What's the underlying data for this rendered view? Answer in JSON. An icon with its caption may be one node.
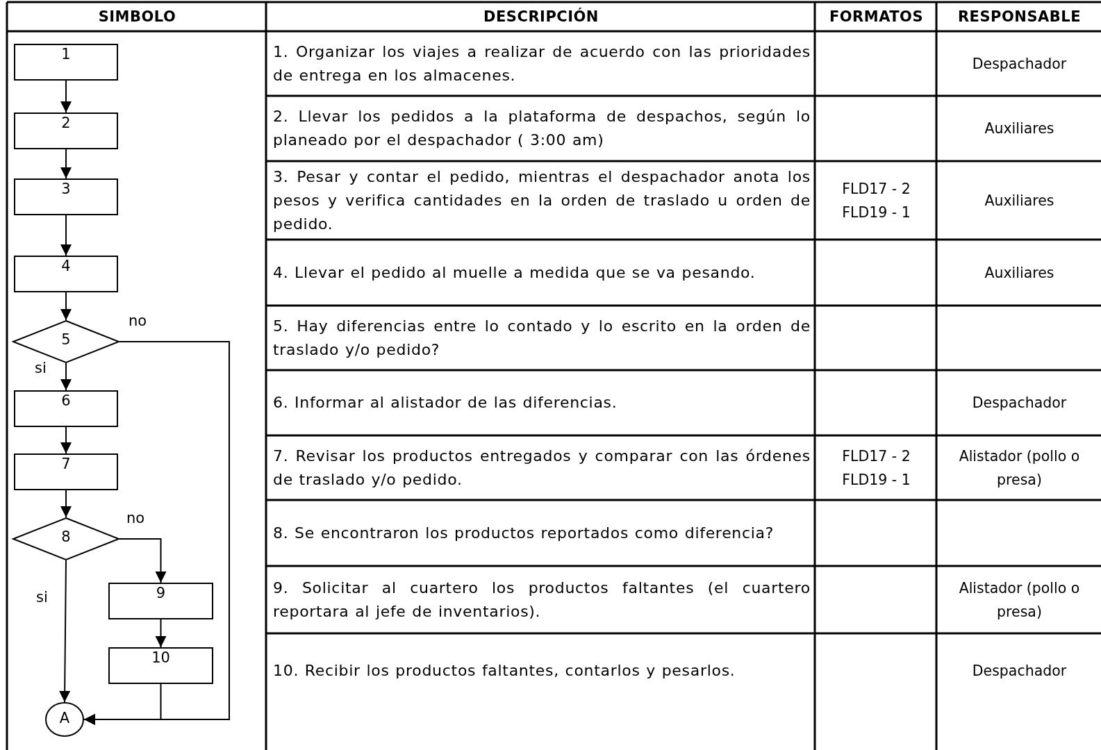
{
  "diagram": {
    "nodes": [
      {
        "text": [
          "1"
        ]
      },
      {
        "text": [
          "2"
        ]
      },
      {
        "text": [
          "3"
        ]
      },
      {
        "text": [
          "4"
        ]
      },
      {
        "text": [
          "5"
        ]
      },
      {
        "text": [
          "6"
        ]
      },
      {
        "text": [
          "7"
        ]
      },
      {
        "text": [
          "8"
        ]
      },
      {
        "text": [
          "9"
        ]
      },
      {
        "text": [
          "10"
        ]
      },
      {
        "text": [
          "A"
        ]
      }
    ],
    "edges": [
      {
        "from": 0,
        "to": 1,
        "arrow": "to"
      },
      {
        "from": 1,
        "to": 2,
        "arrow": "to"
      },
      {
        "from": 2,
        "to": 3,
        "arrow": "to"
      },
      {
        "from": 3,
        "to": 4,
        "arrow": "to"
      },
      {
        "from": 4,
        "to": 5,
        "arrow": "to",
        "label": "si"
      },
      {
        "from": 4,
        "to": 10,
        "arrow": "to",
        "label": "no"
      },
      {
        "from": 5,
        "to": 6,
        "arrow": "to"
      },
      {
        "from": 6,
        "to": 7,
        "arrow": "to"
      },
      {
        "from": 7,
        "to": 8,
        "arrow": "to",
        "label": "no"
      },
      {
        "from": 7,
        "to": 10,
        "arrow": "to",
        "label": "si"
      },
      {
        "from": 8,
        "to": 9,
        "arrow": "to"
      },
      {
        "from": 9,
        "to": 10,
        "arrow": "to"
      }
    ],
    "labels": [
      "SIMBOLO",
      "DESCRIPCIÓN",
      "FORMATOS",
      "RESPONSABLE",
      "1. Organizar los viajes a realizar de acuerdo con las prioridades de entrega en los almacenes.",
      "Despachador",
      "2. Llevar los pedidos a la plataforma de despachos, según lo planeado por el despachador ( 3:00 am)",
      "Auxiliares",
      "3. Pesar y contar el pedido, mientras el despachador anota los pesos y verifica cantidades en la orden de traslado u orden de pedido.",
      "FLD17 - 2 FLD19 - 1",
      "Auxiliares",
      "4. Llevar el pedido al muelle a medida que se va pesando.",
      "Auxiliares",
      "5. Hay diferencias entre lo contado y lo escrito en la orden de traslado y/o pedido?",
      "6. Informar al alistador de las diferencias.",
      "Despachador",
      "7. Revisar los productos entregados y comparar con las órdenes de traslado y/o pedido.",
      "FLD17 - 2 FLD19 - 1",
      "Alistador (pollo o presa)",
      "8. Se encontraron los productos reportados como diferencia?",
      "9. Solicitar al cuartero los productos faltantes (el cuartero reportara al jefe de inventarios).",
      "Alistador (pollo o presa)",
      "10. Recibir los productos faltantes, contarlos y pesarlos.",
      "Despachador"
    ]
  }
}
